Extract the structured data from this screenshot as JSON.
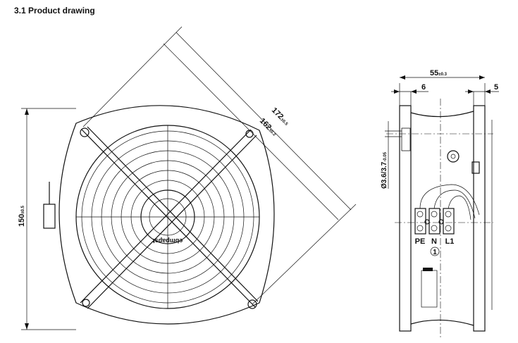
{
  "section_title": "3.1 Product drawing",
  "front_view": {
    "dim_diagonal_outer": {
      "value": "172",
      "tol": "±0.5"
    },
    "dim_diagonal_inner": {
      "value": "162",
      "tol": "±0.2"
    },
    "dim_height": {
      "value": "150",
      "tol": "±0.5"
    },
    "logo": "ebmpapst"
  },
  "side_view": {
    "dim_depth": {
      "value": "55",
      "tol": "±0.3"
    },
    "dim_flange_left": "6",
    "dim_flange_right": "5",
    "dim_hole": {
      "value": "Ø3.6/3.7",
      "tol": "-0.05"
    },
    "terminals": [
      "PE",
      "N",
      "L1"
    ],
    "callout": "1"
  }
}
